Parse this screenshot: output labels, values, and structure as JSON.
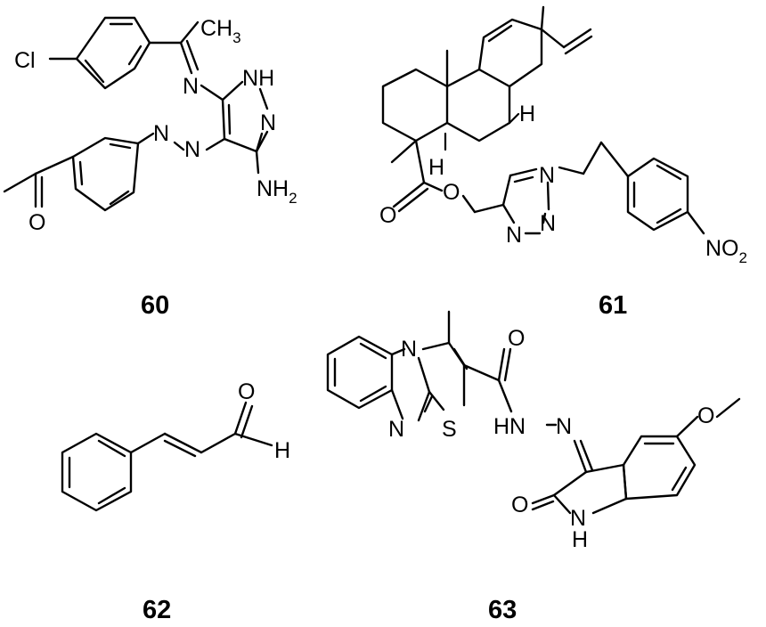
{
  "compounds": [
    {
      "id": "60",
      "atoms": {
        "cl": "Cl",
        "ch3": "CH",
        "ch3_sub": "3",
        "n_imine": "N",
        "nh": "N",
        "nh_h": "H",
        "n_ring": "N",
        "n_azo1": "N",
        "n_azo2": "N",
        "nh2": "NH",
        "nh2_sub": "2",
        "o": "O"
      }
    },
    {
      "id": "61",
      "atoms": {
        "h_upper": "H",
        "h_lower": "H",
        "o_carbonyl": "O",
        "o_ester": "O",
        "n1": "N",
        "n2": "N",
        "n3": "N",
        "no2": "NO",
        "no2_sub": "2"
      }
    },
    {
      "id": "62",
      "atoms": {
        "o": "O",
        "h": "H"
      }
    },
    {
      "id": "63",
      "atoms": {
        "n_ring": "N",
        "n_fused": "N",
        "s": "S",
        "o_amide": "O",
        "hn": "HN",
        "n_hydrazone": "N",
        "o_methoxy": "O",
        "o_lactam": "O",
        "nh_n": "N",
        "nh_h": "H"
      }
    }
  ]
}
